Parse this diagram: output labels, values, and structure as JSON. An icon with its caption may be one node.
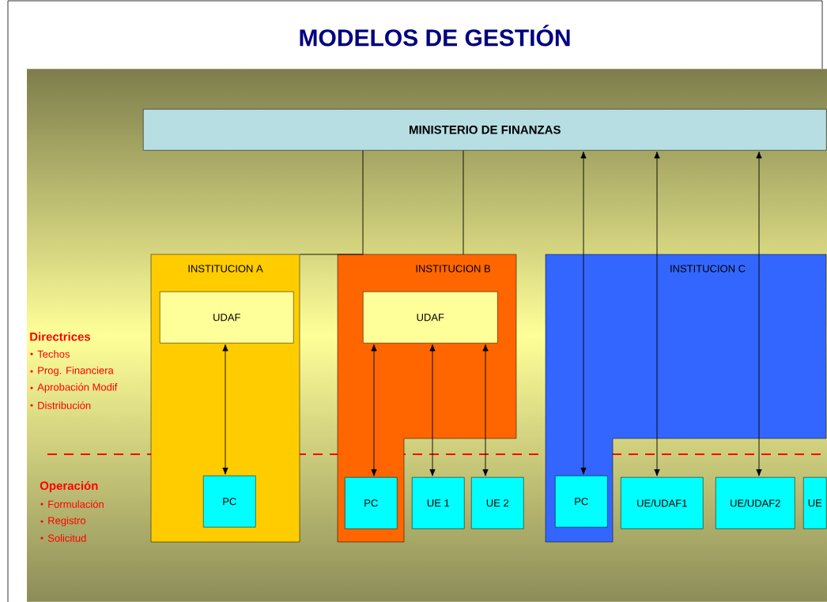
{
  "diagram": {
    "title": "MODELOS DE GESTIÓN",
    "nodes": [
      {
        "text": [
          "MINISTERIO DE FINANZAS"
        ]
      },
      {
        "text": [
          "INSTITUCION A"
        ]
      },
      {
        "text": [
          "UDAF"
        ],
        "in": 1
      },
      {
        "text": [
          "PC"
        ],
        "in": 1
      },
      {
        "text": [
          "INSTITUCION B"
        ]
      },
      {
        "text": [
          "UDAF"
        ],
        "in": 4
      },
      {
        "text": [
          "PC"
        ],
        "in": 4
      },
      {
        "text": [
          "UE 1"
        ]
      },
      {
        "text": [
          "UE 2"
        ]
      },
      {
        "text": [
          "INSTITUCION C"
        ]
      },
      {
        "text": [
          "PC"
        ],
        "in": 9
      },
      {
        "text": [
          "UE/UDAF1"
        ]
      },
      {
        "text": [
          "UE/UDAF2"
        ]
      },
      {
        "text": [
          "UE"
        ]
      }
    ],
    "edges": [
      {
        "from": 0,
        "to": 1,
        "arrow": "none"
      },
      {
        "from": 0,
        "to": 4,
        "arrow": "none"
      },
      {
        "from": 2,
        "to": 3,
        "arrow": "both"
      },
      {
        "from": 5,
        "to": 6,
        "arrow": "both"
      },
      {
        "from": 5,
        "to": 7,
        "arrow": "both"
      },
      {
        "from": 5,
        "to": 8,
        "arrow": "both"
      },
      {
        "from": 0,
        "to": 10,
        "arrow": "both"
      },
      {
        "from": 0,
        "to": 11,
        "arrow": "both"
      },
      {
        "from": 0,
        "to": 12,
        "arrow": "both"
      }
    ],
    "labels": [
      "Directrices",
      "Techos",
      "Prog. Financiera",
      "Aprobación Modif",
      "Distribución",
      "Operación",
      "Formulación",
      "Registro",
      "Solicitud"
    ]
  }
}
